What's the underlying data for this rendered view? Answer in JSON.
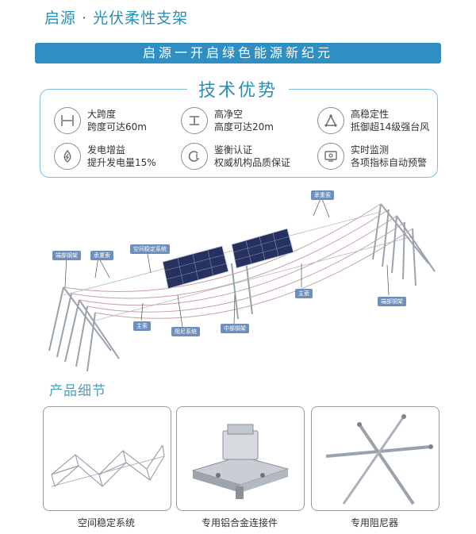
{
  "header": {
    "title": "启源 · 光伏柔性支架",
    "banner": "启源一开启绿色能源新纪元"
  },
  "tech": {
    "title": "技术优势",
    "features": [
      {
        "icon": "span-icon",
        "line1": "大跨度",
        "line2": "跨度可达60m"
      },
      {
        "icon": "clearance-icon",
        "line1": "高净空",
        "line2": "高度可达20m"
      },
      {
        "icon": "stability-icon",
        "line1": "高稳定性",
        "line2": "抵御超14级强台风"
      },
      {
        "icon": "power-gain-icon",
        "line1": "发电增益",
        "line2": "提升发电量15%"
      },
      {
        "icon": "certification-icon",
        "line1": "鉴衡认证",
        "line2": "权威机构品质保证"
      },
      {
        "icon": "monitor-icon",
        "line1": "实时监测",
        "line2": "各项指标自动预警"
      }
    ]
  },
  "diagram": {
    "labels": {
      "bearing_cable_top": "承重索",
      "bearing_cable_left": "承重索",
      "end_frame_left": "端部钢架",
      "space_stability": "空间稳定系统",
      "main_cable_left": "主索",
      "damping": "阻尼系统",
      "middle_frame": "中部钢架",
      "main_cable_right": "主索",
      "end_frame_right": "端部钢架"
    }
  },
  "details": {
    "title": "产品细节",
    "items": [
      {
        "caption": "空间稳定系统"
      },
      {
        "caption": "专用铝合金连接件"
      },
      {
        "caption": "专用阻尼器"
      }
    ]
  }
}
